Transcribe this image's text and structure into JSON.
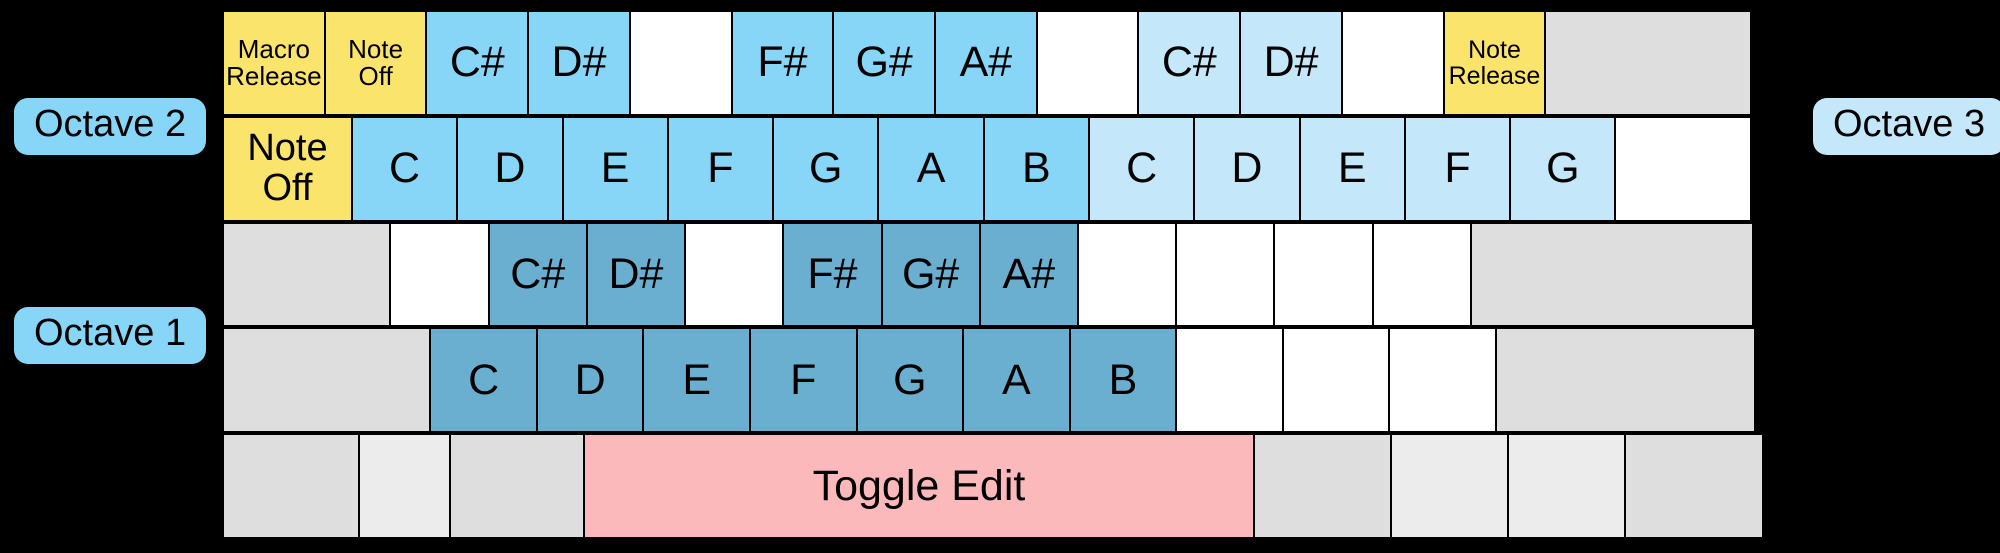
{
  "labels": {
    "octave2": "Octave 2",
    "octave1": "Octave 1",
    "octave3": "Octave 3"
  },
  "colors": {
    "background": "#000000",
    "blank_white": "#ffffff",
    "blank_grey": "#dedede",
    "blank_grey_light": "#ececec",
    "special_yellow": "#fbe46b",
    "octave2_black_key": "#87d6f7",
    "octave2_white_key": "#87d6f7",
    "octave3_key": "#c4e8fa",
    "octave1_key": "#6bafd0",
    "toggle_edit": "#fcb9bc",
    "border": "#000000"
  },
  "rows": [
    {
      "name": "octave2-black-keys-row",
      "keys": [
        {
          "label": "Macro\nRelease",
          "fill": "f-yellow",
          "size": "lbl-small",
          "span": 1,
          "interactable": true,
          "key_name": "macro-release"
        },
        {
          "label": "Note\nOff",
          "fill": "f-yellow",
          "size": "lbl-small",
          "span": 1,
          "interactable": true,
          "key_name": "note-off"
        },
        {
          "label": "C#",
          "fill": "f-blue",
          "size": "lbl-big",
          "span": 1,
          "interactable": true,
          "key_name": "octave2-c-sharp"
        },
        {
          "label": "D#",
          "fill": "f-blue",
          "size": "lbl-big",
          "span": 1,
          "interactable": true,
          "key_name": "octave2-d-sharp"
        },
        {
          "label": "",
          "fill": "f-white",
          "size": "lbl-big",
          "span": 1,
          "interactable": true,
          "key_name": "blank-key"
        },
        {
          "label": "F#",
          "fill": "f-blue",
          "size": "lbl-big",
          "span": 1,
          "interactable": true,
          "key_name": "octave2-f-sharp"
        },
        {
          "label": "G#",
          "fill": "f-blue",
          "size": "lbl-big",
          "span": 1,
          "interactable": true,
          "key_name": "octave2-g-sharp"
        },
        {
          "label": "A#",
          "fill": "f-blue",
          "size": "lbl-big",
          "span": 1,
          "interactable": true,
          "key_name": "octave2-a-sharp"
        },
        {
          "label": "",
          "fill": "f-white",
          "size": "lbl-big",
          "span": 1,
          "interactable": true,
          "key_name": "blank-key"
        },
        {
          "label": "C#",
          "fill": "f-lblue",
          "size": "lbl-big",
          "span": 1,
          "interactable": true,
          "key_name": "octave3-c-sharp"
        },
        {
          "label": "D#",
          "fill": "f-lblue",
          "size": "lbl-big",
          "span": 1,
          "interactable": true,
          "key_name": "octave3-d-sharp"
        },
        {
          "label": "",
          "fill": "f-white",
          "size": "lbl-big",
          "span": 1,
          "interactable": true,
          "key_name": "blank-key"
        },
        {
          "label": "Note\nRelease",
          "fill": "f-yellow",
          "size": "lbl-tiny",
          "span": 1,
          "interactable": true,
          "key_name": "note-release"
        },
        {
          "label": "",
          "fill": "f-grey",
          "size": "lbl-big",
          "span": 2,
          "interactable": true,
          "key_name": "unmapped-key"
        }
      ]
    },
    {
      "name": "octave2-white-keys-row",
      "keys": [
        {
          "label": "Note\nOff",
          "fill": "f-yellow",
          "size": "lbl-mid",
          "span": 1.22,
          "interactable": true,
          "key_name": "note-off"
        },
        {
          "label": "C",
          "fill": "f-blue",
          "size": "lbl-big",
          "span": 1,
          "interactable": true,
          "key_name": "octave2-c"
        },
        {
          "label": "D",
          "fill": "f-blue",
          "size": "lbl-big",
          "span": 1,
          "interactable": true,
          "key_name": "octave2-d"
        },
        {
          "label": "E",
          "fill": "f-blue",
          "size": "lbl-big",
          "span": 1,
          "interactable": true,
          "key_name": "octave2-e"
        },
        {
          "label": "F",
          "fill": "f-blue",
          "size": "lbl-big",
          "span": 1,
          "interactable": true,
          "key_name": "octave2-f"
        },
        {
          "label": "G",
          "fill": "f-blue",
          "size": "lbl-big",
          "span": 1,
          "interactable": true,
          "key_name": "octave2-g"
        },
        {
          "label": "A",
          "fill": "f-blue",
          "size": "lbl-big",
          "span": 1,
          "interactable": true,
          "key_name": "octave2-a"
        },
        {
          "label": "B",
          "fill": "f-blue",
          "size": "lbl-big",
          "span": 1,
          "interactable": true,
          "key_name": "octave2-b"
        },
        {
          "label": "C",
          "fill": "f-lblue",
          "size": "lbl-big",
          "span": 1,
          "interactable": true,
          "key_name": "octave3-c"
        },
        {
          "label": "D",
          "fill": "f-lblue",
          "size": "lbl-big",
          "span": 1,
          "interactable": true,
          "key_name": "octave3-d"
        },
        {
          "label": "E",
          "fill": "f-lblue",
          "size": "lbl-big",
          "span": 1,
          "interactable": true,
          "key_name": "octave3-e"
        },
        {
          "label": "F",
          "fill": "f-lblue",
          "size": "lbl-big",
          "span": 1,
          "interactable": true,
          "key_name": "octave3-f"
        },
        {
          "label": "G",
          "fill": "f-lblue",
          "size": "lbl-big",
          "span": 1,
          "interactable": true,
          "key_name": "octave3-g"
        },
        {
          "label": "",
          "fill": "f-white",
          "size": "lbl-big",
          "span": 1.28,
          "interactable": true,
          "key_name": "blank-key"
        }
      ]
    },
    {
      "name": "octave1-black-keys-row",
      "keys": [
        {
          "label": "",
          "fill": "f-grey",
          "size": "lbl-big",
          "span": 1.42,
          "interactable": true,
          "key_name": "unmapped-key"
        },
        {
          "label": "",
          "fill": "f-white",
          "size": "lbl-big",
          "span": 0.84,
          "interactable": true,
          "key_name": "blank-key"
        },
        {
          "label": "C#",
          "fill": "f-dblue",
          "size": "lbl-big",
          "span": 0.84,
          "interactable": true,
          "key_name": "octave1-c-sharp"
        },
        {
          "label": "D#",
          "fill": "f-dblue",
          "size": "lbl-big",
          "span": 0.84,
          "interactable": true,
          "key_name": "octave1-d-sharp"
        },
        {
          "label": "",
          "fill": "f-white",
          "size": "lbl-big",
          "span": 0.84,
          "interactable": true,
          "key_name": "blank-key"
        },
        {
          "label": "F#",
          "fill": "f-dblue",
          "size": "lbl-big",
          "span": 0.84,
          "interactable": true,
          "key_name": "octave1-f-sharp"
        },
        {
          "label": "G#",
          "fill": "f-dblue",
          "size": "lbl-big",
          "span": 0.84,
          "interactable": true,
          "key_name": "octave1-g-sharp"
        },
        {
          "label": "A#",
          "fill": "f-dblue",
          "size": "lbl-big",
          "span": 0.84,
          "interactable": true,
          "key_name": "octave1-a-sharp"
        },
        {
          "label": "",
          "fill": "f-white",
          "size": "lbl-big",
          "span": 0.84,
          "interactable": true,
          "key_name": "blank-key"
        },
        {
          "label": "",
          "fill": "f-white",
          "size": "lbl-big",
          "span": 0.84,
          "interactable": true,
          "key_name": "blank-key"
        },
        {
          "label": "",
          "fill": "f-white",
          "size": "lbl-big",
          "span": 0.84,
          "interactable": true,
          "key_name": "blank-key"
        },
        {
          "label": "",
          "fill": "f-white",
          "size": "lbl-big",
          "span": 0.84,
          "interactable": true,
          "key_name": "blank-key"
        },
        {
          "label": "",
          "fill": "f-grey",
          "size": "lbl-big",
          "span": 2.38,
          "interactable": true,
          "key_name": "unmapped-key"
        }
      ]
    },
    {
      "name": "octave1-white-keys-row",
      "keys": [
        {
          "label": "",
          "fill": "f-grey",
          "size": "lbl-big",
          "span": 1.62,
          "interactable": true,
          "key_name": "unmapped-key"
        },
        {
          "label": "C",
          "fill": "f-dblue",
          "size": "lbl-big",
          "span": 0.84,
          "interactable": true,
          "key_name": "octave1-c"
        },
        {
          "label": "D",
          "fill": "f-dblue",
          "size": "lbl-big",
          "span": 0.84,
          "interactable": true,
          "key_name": "octave1-d"
        },
        {
          "label": "E",
          "fill": "f-dblue",
          "size": "lbl-big",
          "span": 0.84,
          "interactable": true,
          "key_name": "octave1-e"
        },
        {
          "label": "F",
          "fill": "f-dblue",
          "size": "lbl-big",
          "span": 0.84,
          "interactable": true,
          "key_name": "octave1-f"
        },
        {
          "label": "G",
          "fill": "f-dblue",
          "size": "lbl-big",
          "span": 0.84,
          "interactable": true,
          "key_name": "octave1-g"
        },
        {
          "label": "A",
          "fill": "f-dblue",
          "size": "lbl-big",
          "span": 0.84,
          "interactable": true,
          "key_name": "octave1-a"
        },
        {
          "label": "B",
          "fill": "f-dblue",
          "size": "lbl-big",
          "span": 0.84,
          "interactable": true,
          "key_name": "octave1-b"
        },
        {
          "label": "",
          "fill": "f-white",
          "size": "lbl-big",
          "span": 0.84,
          "interactable": true,
          "key_name": "blank-key"
        },
        {
          "label": "",
          "fill": "f-white",
          "size": "lbl-big",
          "span": 0.84,
          "interactable": true,
          "key_name": "blank-key"
        },
        {
          "label": "",
          "fill": "f-white",
          "size": "lbl-big",
          "span": 0.84,
          "interactable": true,
          "key_name": "blank-key"
        },
        {
          "label": "",
          "fill": "f-grey",
          "size": "lbl-big",
          "span": 2.02,
          "interactable": true,
          "key_name": "unmapped-key"
        }
      ]
    },
    {
      "name": "modifier-row",
      "keys": [
        {
          "label": "",
          "fill": "f-grey",
          "size": "lbl-big",
          "span": 1.24,
          "interactable": true,
          "key_name": "unmapped-key"
        },
        {
          "label": "",
          "fill": "f-grey2",
          "size": "lbl-big",
          "span": 0.84,
          "interactable": true,
          "key_name": "unmapped-key"
        },
        {
          "label": "",
          "fill": "f-grey",
          "size": "lbl-big",
          "span": 1.22,
          "interactable": true,
          "key_name": "unmapped-key"
        },
        {
          "label": "Toggle Edit",
          "fill": "f-pink",
          "size": "lbl-big",
          "span": 6.05,
          "interactable": true,
          "key_name": "toggle-edit"
        },
        {
          "label": "",
          "fill": "f-grey",
          "size": "lbl-big",
          "span": 1.25,
          "interactable": true,
          "key_name": "unmapped-key"
        },
        {
          "label": "",
          "fill": "f-grey2",
          "size": "lbl-big",
          "span": 1.07,
          "interactable": true,
          "key_name": "unmapped-key"
        },
        {
          "label": "",
          "fill": "f-grey2",
          "size": "lbl-big",
          "span": 1.07,
          "interactable": true,
          "key_name": "unmapped-key"
        },
        {
          "label": "",
          "fill": "f-grey",
          "size": "lbl-big",
          "span": 1.26,
          "interactable": true,
          "key_name": "unmapped-key"
        }
      ]
    }
  ]
}
